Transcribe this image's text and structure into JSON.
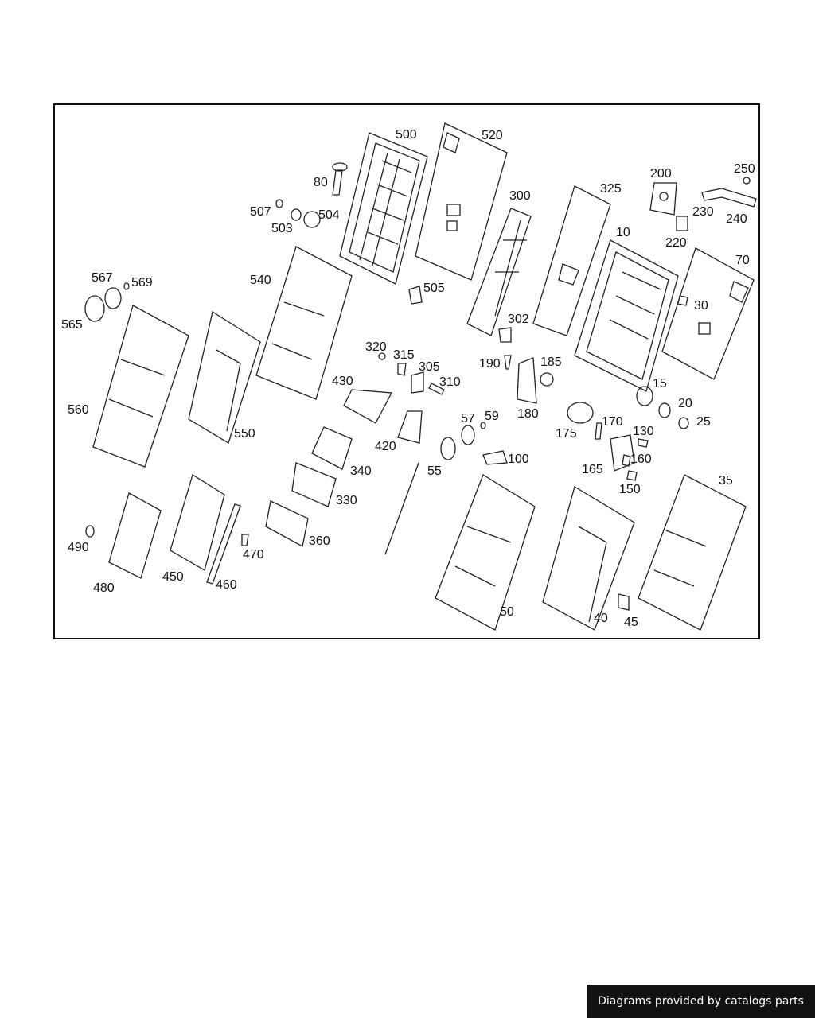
{
  "credit": "Diagrams provided by catalogs parts",
  "labels": [
    "500",
    "520",
    "80",
    "507",
    "504",
    "503",
    "300",
    "325",
    "200",
    "250",
    "230",
    "240",
    "220",
    "10",
    "70",
    "540",
    "567",
    "569",
    "565",
    "560",
    "505",
    "302",
    "30",
    "320",
    "315",
    "305",
    "310",
    "430",
    "190",
    "185",
    "15",
    "20",
    "25",
    "180",
    "550",
    "420",
    "57",
    "59",
    "175",
    "170",
    "130",
    "340",
    "55",
    "100",
    "160",
    "165",
    "150",
    "330",
    "35",
    "490",
    "470",
    "360",
    "450",
    "460",
    "480",
    "50",
    "40",
    "45"
  ]
}
